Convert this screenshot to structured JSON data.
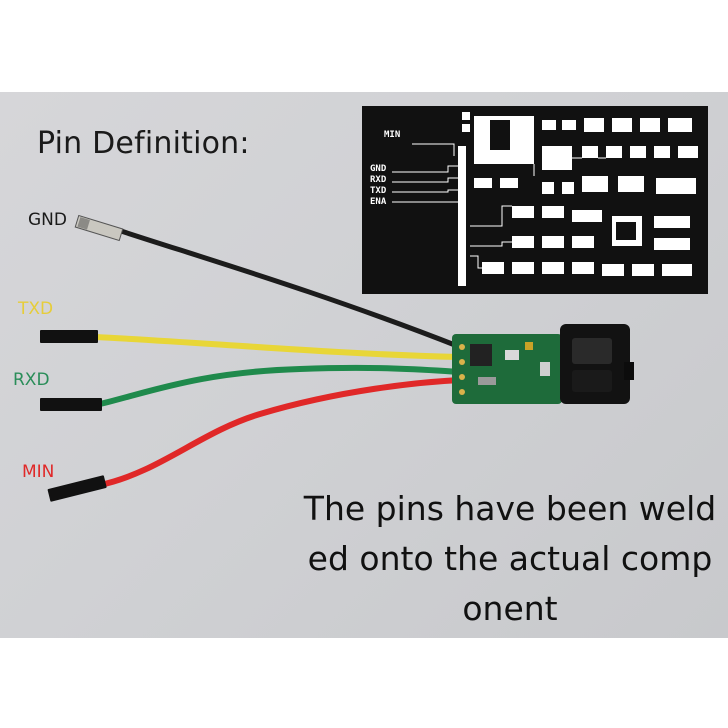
{
  "heading": "Pin Definition:",
  "wires": [
    {
      "label": "GND",
      "color": "#1c1c1c"
    },
    {
      "label": "TXD",
      "color": "#e8d637"
    },
    {
      "label": "RXD",
      "color": "#1f8a4c"
    },
    {
      "label": "MIN",
      "color": "#e02828"
    }
  ],
  "pcb": {
    "labels": [
      "MIN",
      "GND",
      "RXD",
      "TXD",
      "ENA"
    ]
  },
  "caption_lines": [
    "The pins have been weld",
    "ed onto the actual comp",
    "onent"
  ],
  "colors": {
    "background": "#d2d3d6",
    "pcb_board": "#111111",
    "module_green": "#1e6b3a"
  }
}
